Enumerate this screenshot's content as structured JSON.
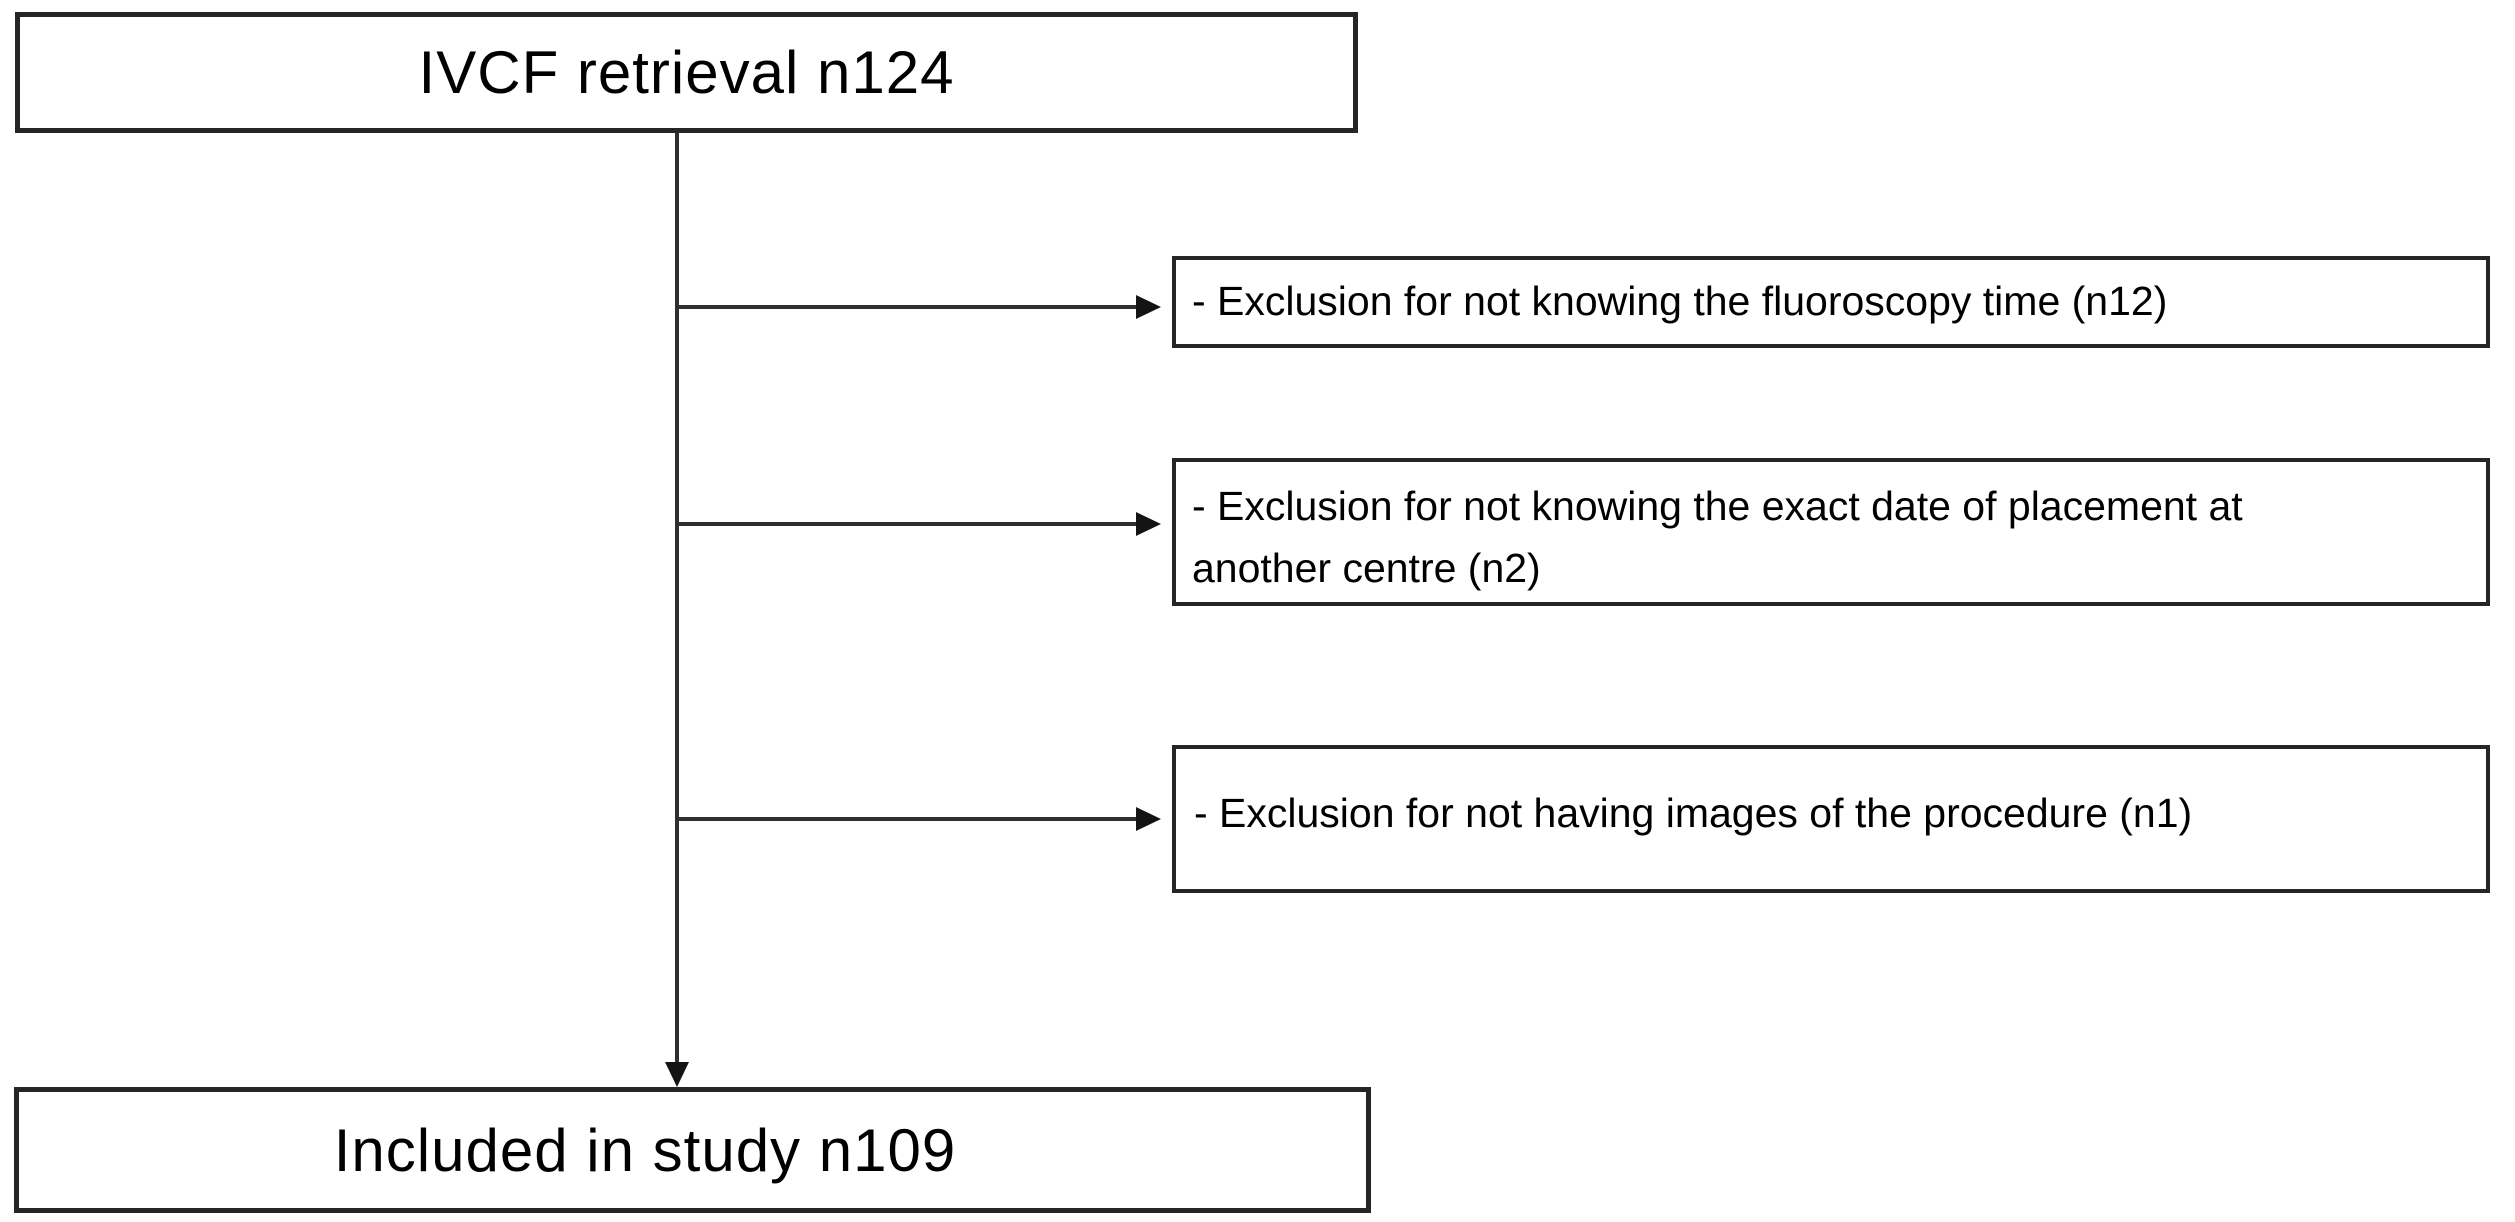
{
  "figure": {
    "type": "flowchart",
    "background_color": "#ffffff",
    "box_border_color": "#262626",
    "connector_color": "#2f2f2f",
    "arrowhead_color": "#141414",
    "text_color": "#000000",
    "nodes": {
      "source": "IVCF retrieval n124",
      "exclusions": [
        "- Exclusion for not knowing the fluoroscopy time (n12)",
        "- Exclusion for not knowing the exact date of placement at another centre (n2)",
        "- Exclusion for not having images of the procedure (n1)"
      ],
      "included": "Included in study n109"
    },
    "edges": [
      {
        "from": "source",
        "to": "exclusions.0",
        "arrow": "right-arrowhead"
      },
      {
        "from": "source",
        "to": "exclusions.1",
        "arrow": "right-arrowhead"
      },
      {
        "from": "source",
        "to": "exclusions.2",
        "arrow": "right-arrowhead"
      },
      {
        "from": "source",
        "to": "included",
        "arrow": "down-arrowhead"
      }
    ],
    "icons": {
      "right_arrowhead": "right-arrowhead-icon",
      "down_arrowhead": "down-arrowhead-icon"
    }
  }
}
